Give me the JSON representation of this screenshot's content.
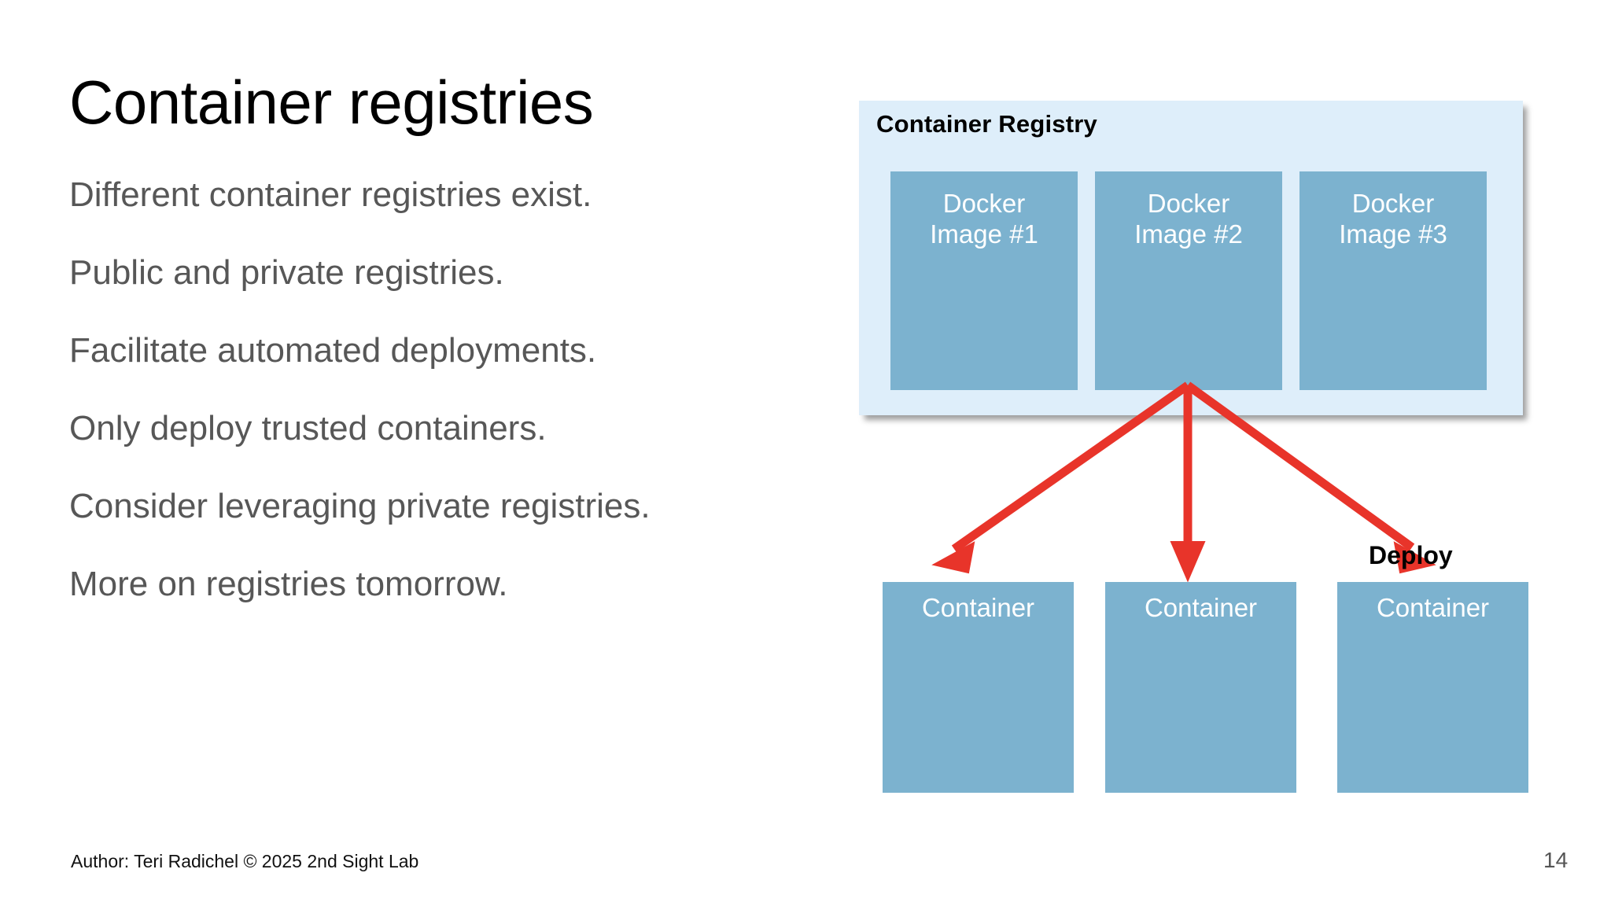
{
  "slide": {
    "title": "Container registries",
    "page_number": "14",
    "footer": "Author: Teri Radichel © 2025 2nd Sight Lab",
    "bullets": [
      "Different container registries exist.",
      "Public and private registries.",
      "Facilitate automated deployments.",
      "Only deploy trusted containers.",
      "Consider leveraging private registries.",
      "More on registries tomorrow."
    ]
  },
  "diagram": {
    "registry_title": "Container Registry",
    "deploy_label": "Deploy",
    "images": [
      {
        "line1": "Docker",
        "line2": "Image #1"
      },
      {
        "line1": "Docker",
        "line2": "Image #2"
      },
      {
        "line1": "Docker",
        "line2": "Image #3"
      }
    ],
    "containers": [
      {
        "label": "Container"
      },
      {
        "label": "Container"
      },
      {
        "label": "Container"
      }
    ]
  },
  "colors": {
    "panel_background": "#deeefa",
    "box_blue": "#7cb2cf",
    "arrow_red": "#e8342a",
    "title_black": "#000000",
    "bullet_gray": "#575757",
    "page_background": "#ffffff"
  }
}
